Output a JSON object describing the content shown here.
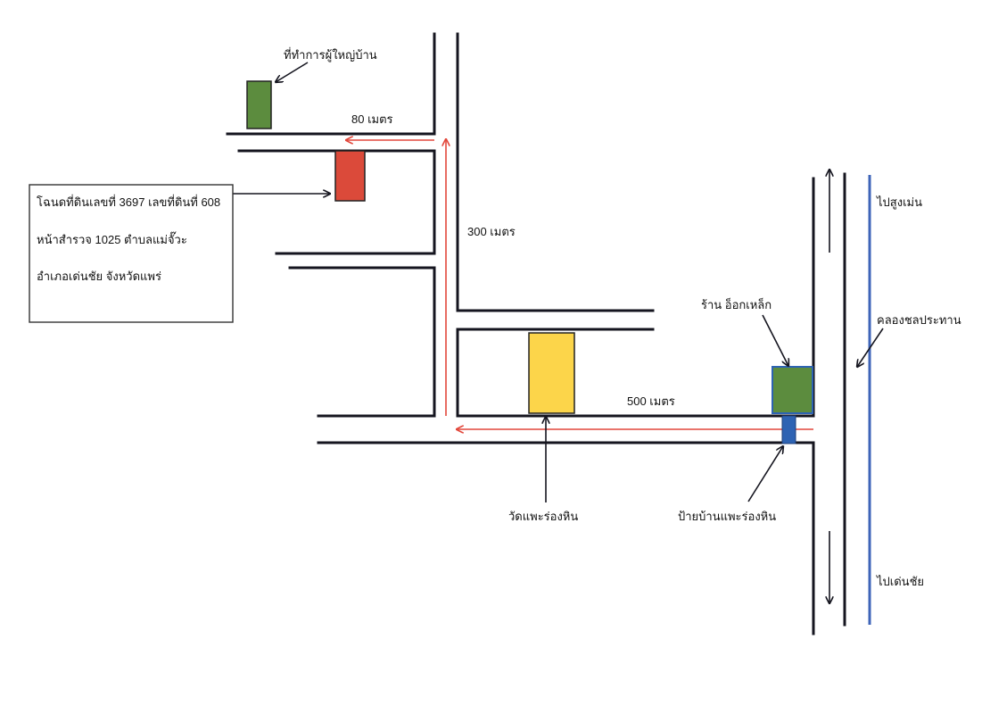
{
  "labels": {
    "headman_office": "ที่ทำการผู้ใหญ่บ้าน",
    "dist_80": "80  เมตร",
    "dist_300": "300  เมตร",
    "dist_500": "500  เมตร",
    "temple": "วัดแพะร่องหิน",
    "village_sign": "ป้ายบ้านแพะร่องหิน",
    "steel_shop": "ร้าน อ็อกเหล็ก",
    "to_sung_men": "ไปสูงเม่น",
    "canal": "คลองชลประทาน",
    "to_den_chai": "ไปเด่นชัย"
  },
  "info_box": {
    "line1": "โฉนดที่ดินเลขที่ 3697  เลขที่ดินที่ 608",
    "line2": "หน้าสำรวจ   1025   ตำบลแม่จั๊วะ",
    "line3": "อำเภอเด่นชัย   จังหวัดแพร่"
  },
  "colors": {
    "headman_office_fill": "#5c8c3e",
    "land_plot_fill": "#db4a3a",
    "temple_fill": "#fcd54a",
    "shop_fill": "#5c8c3e",
    "sign_fill": "#2e63b3",
    "route_arrow": "#e2473b",
    "canal": "#3e64b8",
    "road": "#15151f"
  }
}
